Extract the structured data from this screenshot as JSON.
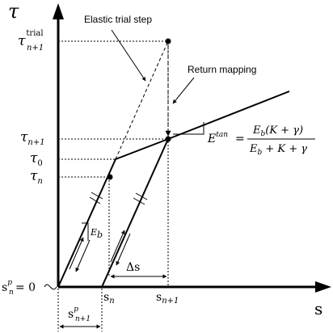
{
  "axes": {
    "y_symbol": "τ",
    "x_symbol": "s"
  },
  "annotations": {
    "elastic_trial_step": "Elastic trial step",
    "return_mapping": "Return mapping"
  },
  "y_labels": {
    "tau_trial_base": "τ",
    "tau_trial_sup": "trial",
    "tau_trial_sub": "n+1",
    "tau_np1_base": "τ",
    "tau_np1_sub": "n+1",
    "tau0_base": "τ",
    "tau0_sub": "0",
    "taun_base": "τ",
    "taun_sub": "n"
  },
  "x_labels": {
    "spn_base": "s",
    "spn_sup": "p",
    "spn_sub": "n",
    "spn_eq": "= 0",
    "sn_base": "s",
    "sn_sub": "n",
    "snp1_base": "s",
    "snp1_sub": "n+1",
    "spnp1_base": "s",
    "spnp1_sup": "p",
    "spnp1_sub": "n+1"
  },
  "slope_label": {
    "base": "E",
    "sub": "b"
  },
  "delta_s": "Δs",
  "tangent": {
    "lhs_base": "E",
    "lhs_sup": "tan",
    "eq": "=",
    "numerator": "E",
    "numerator_sub": "b",
    "numerator_rest": "(K + γ)",
    "denominator": "E",
    "denominator_sub": "b",
    "denominator_rest": " + K + γ"
  }
}
